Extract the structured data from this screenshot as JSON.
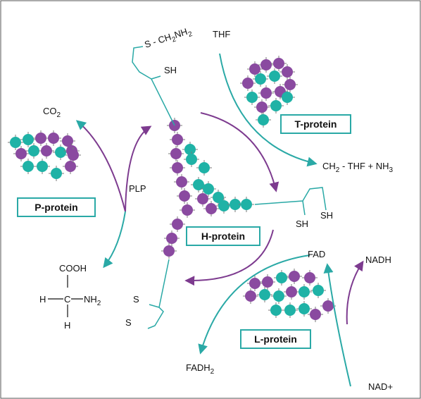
{
  "labels": {
    "thf": "THF",
    "co2": "CO",
    "co2_sub": "2",
    "plp": "PLP",
    "s_ch2nh2_a": "S - CH",
    "s_ch2nh2_sub": "2",
    "s_ch2nh2_b": "NH",
    "s_ch2nh2_sub2": "2",
    "sh_top": "SH",
    "ch2thf_a": "CH",
    "ch2thf_sub": "2",
    "ch2thf_b": " - THF + NH",
    "ch2thf_sub2": "3",
    "sh_right1": "SH",
    "sh_right2": "SH",
    "s1": "S",
    "s2": "S",
    "fad": "FAD",
    "nadh": "NADH",
    "nad": "NAD+",
    "fadh2": "FADH",
    "fadh2_sub": "2",
    "cooh": "COOH",
    "h_left": "H",
    "c_mid": "C",
    "nh2": "NH",
    "nh2_sub": "2",
    "h_bottom": "H"
  },
  "boxes": {
    "t_protein": "T-protein",
    "p_protein": "P-protein",
    "h_protein": "H-protein",
    "l_protein": "L-protein"
  },
  "colors": {
    "teal": "#2aa9a6",
    "purple": "#7d3b8f",
    "bead_teal": "#1fb2a6",
    "bead_purple": "#8a4aa0",
    "box_border": "#2aa9a6"
  }
}
